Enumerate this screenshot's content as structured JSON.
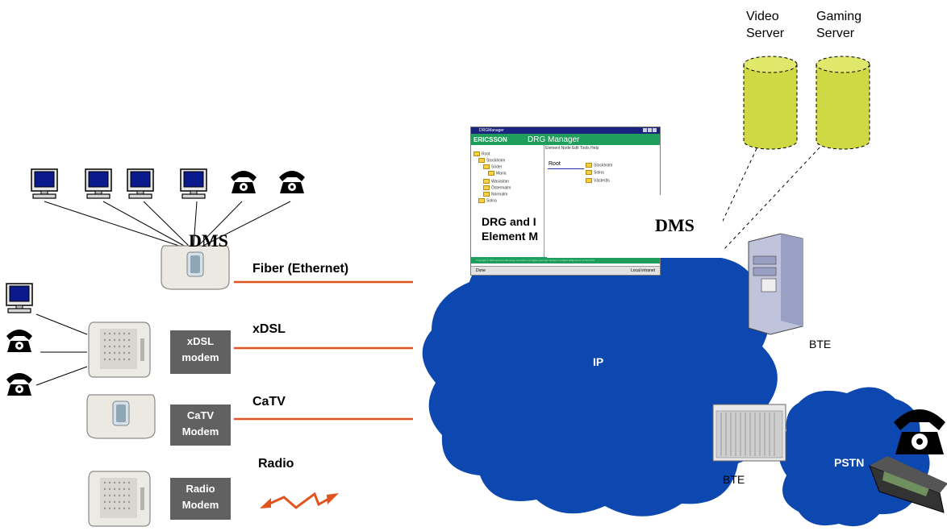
{
  "labels": {
    "fiber": "Fiber (Ethernet)",
    "xdsl": "xDSL",
    "catv": "CaTV",
    "radio": "Radio",
    "dms_left": "DMS",
    "dms_right": "DMS",
    "ip": "IP",
    "pstn": "PSTN",
    "bte_top": "BTE",
    "bte_bottom": "BTE",
    "video_server_1": "Video",
    "video_server_2": "Server",
    "gaming_server_1": "Gaming",
    "gaming_server_2": "Server"
  },
  "modems": {
    "xdsl_1": "xDSL",
    "xdsl_2": "modem",
    "catv_1": "CaTV",
    "catv_2": "Modem",
    "radio_1": "Radio",
    "radio_2": "Modem"
  },
  "window": {
    "titlebar": "DRGManager",
    "brand": "ERICSSON",
    "app_title": "DRG Manager",
    "menu": "Element  Node  Edit  Tools  Help",
    "tree": [
      "Root",
      "Stockholm",
      "Söder",
      "Maria",
      "Wasastan",
      "Östermalm",
      "Normalm",
      "Solna"
    ],
    "root_label": "Root",
    "list": [
      "Stockholm",
      "Solna",
      "Västerås"
    ],
    "overlay_line1": "DRG and I",
    "overlay_line2": "Element M",
    "status": "Copyright © 2001 Ericsson Business Innovation. All rights reserved.    Version 1.0.100.0    2002-03-14 14:50:47.83",
    "bottom_left": "Done",
    "bottom_right": "Local intranet"
  },
  "colors": {
    "cloud": "#0d47b0",
    "link": "#e0531e",
    "cylinder": "#cfd943",
    "modem_box": "#616161"
  }
}
